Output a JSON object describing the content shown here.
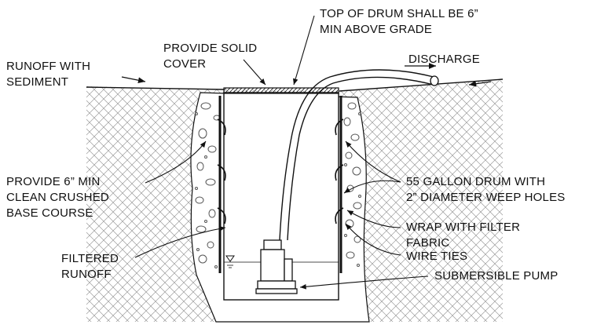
{
  "labels": {
    "runoff_with_sediment": "RUNOFF WITH\nSEDIMENT",
    "provide_solid_cover": "PROVIDE SOLID\nCOVER",
    "top_of_drum": "TOP OF DRUM SHALL BE 6”\nMIN ABOVE GRADE",
    "discharge": "DISCHARGE",
    "crushed_base": "PROVIDE 6” MIN\nCLEAN CRUSHED\nBASE COURSE",
    "drum_weep_holes": "55 GALLON DRUM WITH\n2” DIAMETER WEEP HOLES",
    "filter_fabric": "WRAP WITH FILTER\nFABRIC",
    "wire_ties": "WIRE TIES",
    "filtered_runoff": "FILTERED\nRUNOFF",
    "submersible_pump": "SUBMERSIBLE PUMP"
  },
  "colors": {
    "line": "#111111",
    "hatch": "#8a8a8a",
    "gravel": "#555555"
  }
}
